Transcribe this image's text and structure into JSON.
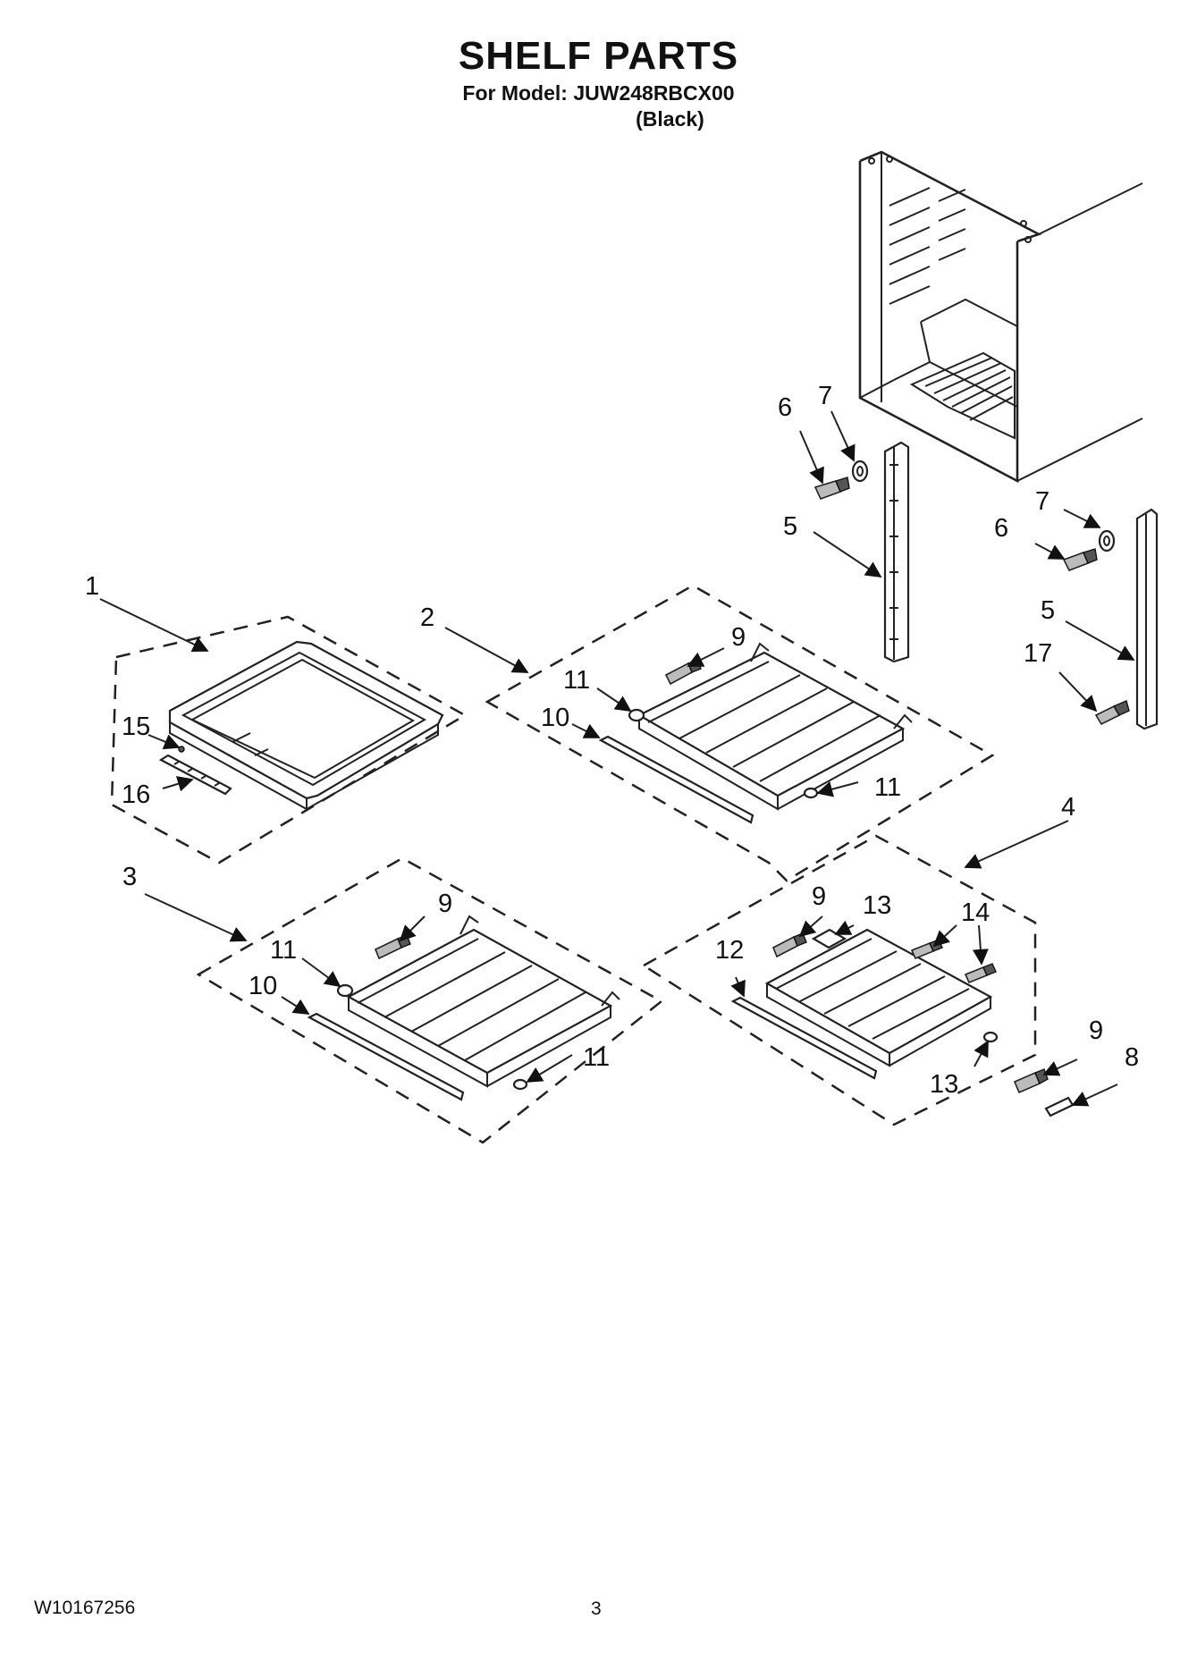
{
  "header": {
    "title": "SHELF PARTS",
    "model_line": "For Model: JUW248RBCX00",
    "color_line": "(Black)"
  },
  "footer": {
    "doc_number": "W10167256",
    "page_number": "3"
  },
  "callouts": {
    "c1": "1",
    "c2": "2",
    "c3": "3",
    "c4": "4",
    "c5a": "5",
    "c5b": "5",
    "c6a": "6",
    "c6b": "6",
    "c7a": "7",
    "c7b": "7",
    "c8": "8",
    "c9a": "9",
    "c9b": "9",
    "c9c": "9",
    "c9d": "9",
    "c10a": "10",
    "c10b": "10",
    "c11a": "11",
    "c11b": "11",
    "c11c": "11",
    "c11d": "11",
    "c12": "12",
    "c13a": "13",
    "c13b": "13",
    "c14": "14",
    "c15": "15",
    "c16": "16",
    "c17": "17"
  }
}
